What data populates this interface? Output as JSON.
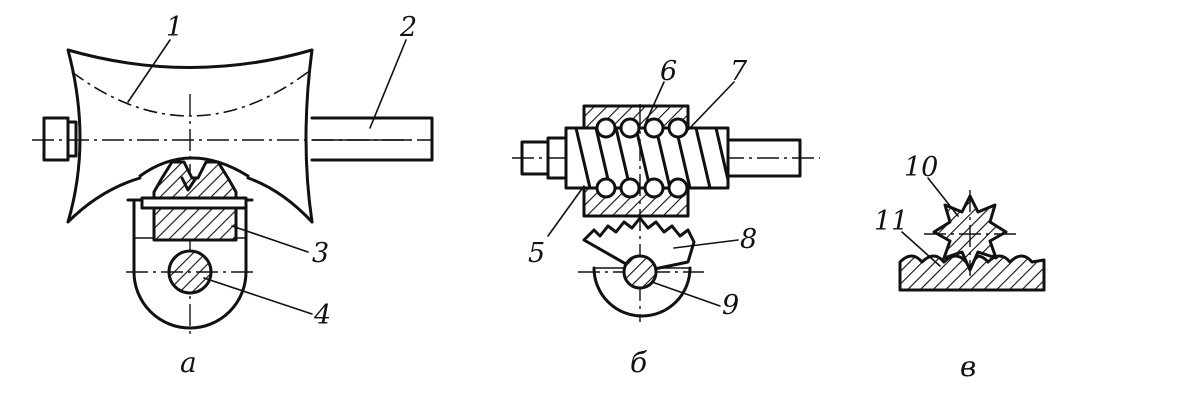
{
  "labels": {
    "n1": "1",
    "n2": "2",
    "n3": "3",
    "n4": "4",
    "n5": "5",
    "n6": "6",
    "n7": "7",
    "n8": "8",
    "n9": "9",
    "n10": "10",
    "n11": "11"
  },
  "captions": {
    "a": "а",
    "b": "б",
    "c": "в"
  }
}
